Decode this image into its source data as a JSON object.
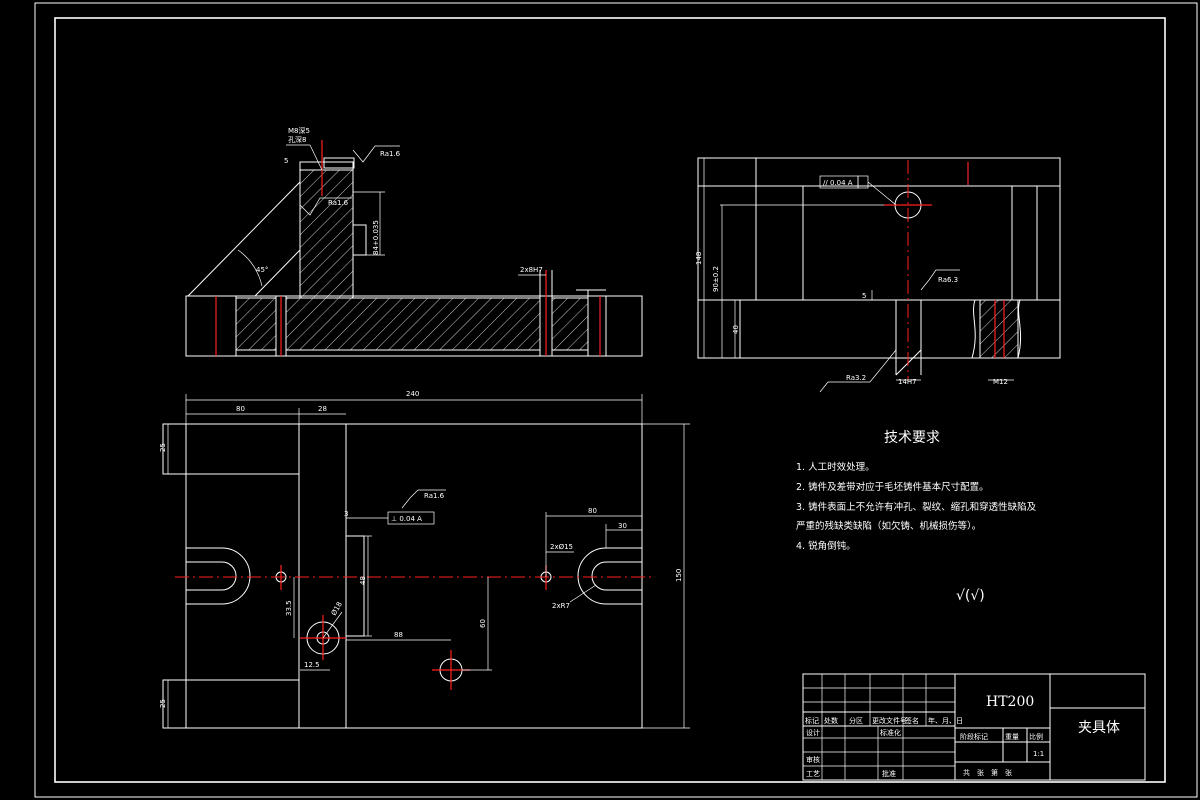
{
  "drawing": {
    "dimensions": {
      "front_view": {
        "hole_note_line1": "M8深5",
        "hole_note_line2": "孔深8",
        "surface_top": "Ra1.6",
        "surface_slot": "Ra1.6",
        "slot_height": "84+0.035",
        "small_dim": "5",
        "angle": "45°",
        "slot_note": "2x8H7"
      },
      "side_view": {
        "parallelism": "// 0.04 A",
        "height_total": "148",
        "height_mid": "90±0.2",
        "height_low": "40",
        "surface_right": "Ra6.3",
        "surface_bottom": "Ra3.2",
        "hole_dia": "14H7",
        "slot_width": "M12",
        "small_dim": "5"
      },
      "top_view": {
        "width_total": "240",
        "left_offset": "80",
        "mid_offset": "28",
        "left_tab_top": "25",
        "left_tab_bottom": "25",
        "height_total": "150",
        "surface": "Ra1.6",
        "perpendicularity": "⊥ 0.04 A",
        "small_dim": "3",
        "vertical_dim": "48",
        "hole_dist_a": "33.5",
        "hole_dia_a": "Ø18",
        "hole_offset": "12.5",
        "horiz_dim": "88",
        "vert_dim_b": "60",
        "right_dim": "80",
        "right_dim_small": "30",
        "pin_note": "2xØ15",
        "slot_radius": "2xR7"
      }
    }
  },
  "tech_requirements": {
    "title": "技术要求",
    "items": [
      "1. 人工时效处理。",
      "2. 铸件及差带对应于毛坯铸件基本尺寸配置。",
      "3. 铸件表面上不允许有冲孔、裂纹、缩孔和穿透性缺陷及",
      "严重的残缺类缺陷（如欠铸、机械损伤等）。",
      "4. 锐角倒钝。"
    ],
    "roughness_symbol": "√(√)"
  },
  "title_block": {
    "material": "HT200",
    "part_name": "夹具体",
    "scale": "1:1",
    "header_cells": [
      "标记",
      "处数",
      "分区",
      "更改文件号",
      "签名",
      "年、月、日"
    ],
    "row_design": "设计",
    "row_standard": "标准化",
    "row_review": "审核",
    "row_process": "工艺",
    "row_approve": "批准",
    "stage_label": "阶段标记",
    "weight_label": "重量",
    "scale_label": "比例",
    "sheet_label": "共　张　第　张"
  }
}
